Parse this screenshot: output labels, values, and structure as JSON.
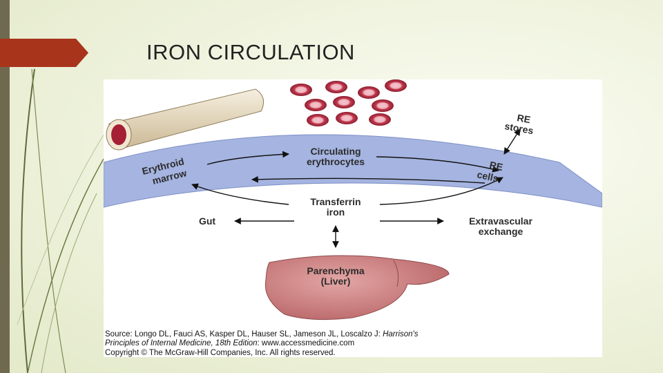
{
  "slide": {
    "title": "IRON CIRCULATION",
    "accent_color": "#a8341c",
    "sidebar_color": "#6f6a4f"
  },
  "diagram": {
    "labels": {
      "re_stores_1": "RE",
      "re_stores_2": "stores",
      "erythroid_1": "Erythroid",
      "erythroid_2": "marrow",
      "circulating_1": "Circulating",
      "circulating_2": "erythrocytes",
      "re_cells_1": "RE",
      "re_cells_2": "cells",
      "transferrin_1": "Transferrin",
      "transferrin_2": "iron",
      "gut": "Gut",
      "extravascular_1": "Extravascular",
      "extravascular_2": "exchange",
      "parenchyma_1": "Parenchyma",
      "parenchyma_2": "(Liver)"
    },
    "colors": {
      "band": "#a5b4e0",
      "band_edge": "#7c8fc6",
      "rbc": "#c23a4f",
      "liver": "#c97f80",
      "gallbladder": "#2fa56a",
      "bone": "#e8dcc3"
    },
    "source": {
      "line1_prefix": "Source: Longo DL, Fauci AS, Kasper DL, Hauser SL, Jameson JL, Loscalzo J: ",
      "line1_italic": "Harrison's",
      "line2_italic": "Principles of Internal Medicine, 18th Edition",
      "line2_suffix": ": www.accessmedicine.com",
      "line3": "Copyright © The McGraw-Hill Companies, Inc. All rights reserved."
    }
  }
}
